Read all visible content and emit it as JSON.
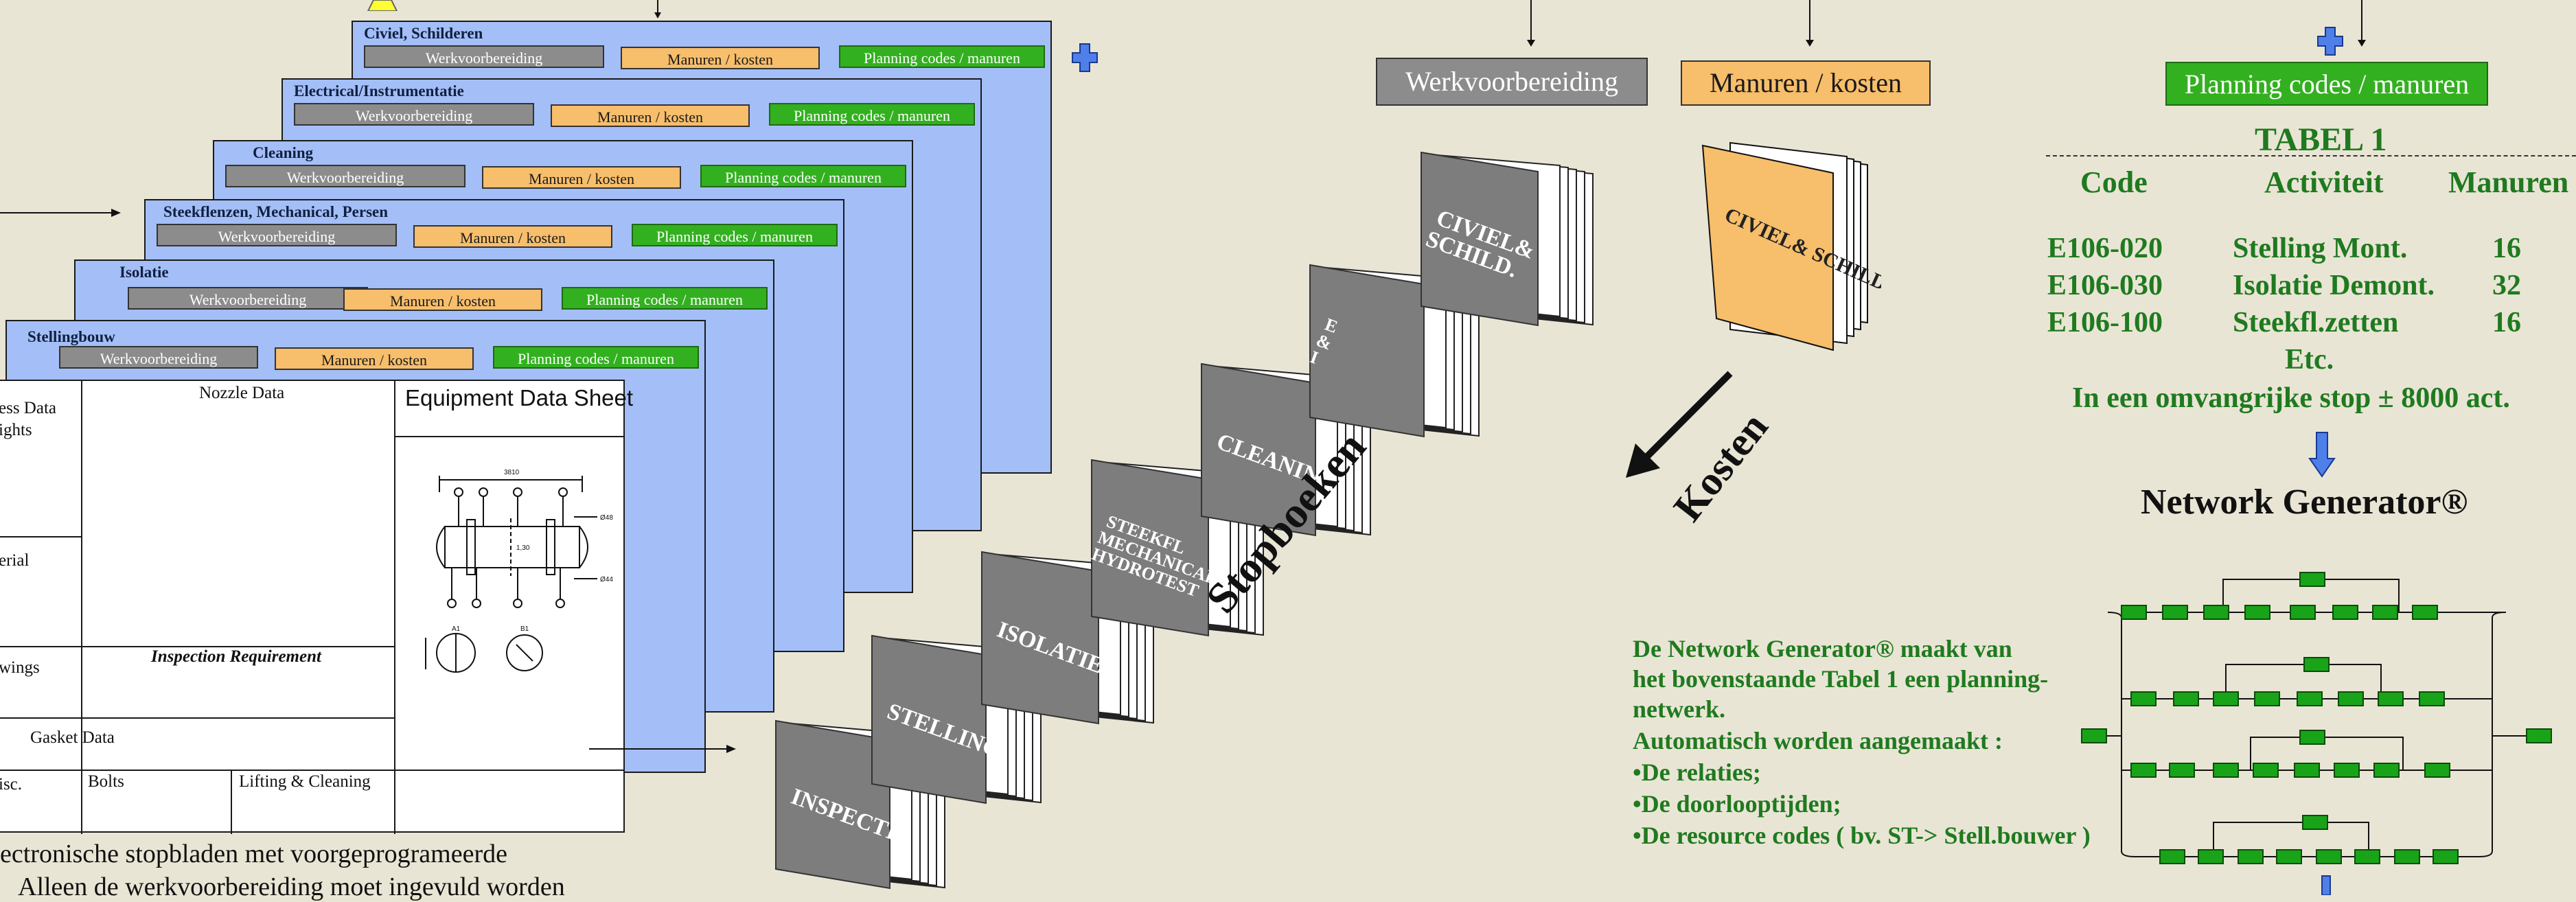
{
  "sheets": [
    {
      "title": "Civiel, Schilderen",
      "werk": "Werkvoorbereiding",
      "manuren": "Manuren / kosten",
      "planning": "Planning codes / manuren"
    },
    {
      "title": "Electrical/Instrumentatie",
      "werk": "Werkvoorbereiding",
      "manuren": "Manuren / kosten",
      "planning": "Planning codes / manuren"
    },
    {
      "title": "Cleaning",
      "werk": "Werkvoorbereiding",
      "manuren": "Manuren / kosten",
      "planning": "Planning codes / manuren"
    },
    {
      "title": "Steekflenzen, Mechanical, Persen",
      "werk": "Werkvoorbereiding",
      "manuren": "Manuren / kosten",
      "planning": "Planning codes / manuren"
    },
    {
      "title": "Isolatie",
      "werk": "Werkvoorbereiding",
      "manuren": "Manuren / kosten",
      "planning": "Planning codes / manuren"
    },
    {
      "title": "Stellingbouw",
      "werk": "Werkvoorbereiding",
      "manuren": "Manuren / kosten",
      "planning": "Planning codes / manuren"
    }
  ],
  "datasheet": {
    "process_data": "ess Data",
    "weights": "ights",
    "nozzle_data": "Nozzle Data",
    "equipment_title": "Equipment Data Sheet",
    "material": "erial",
    "drawings": "wings",
    "inspection": "Inspection Requirement",
    "gasket": "Gasket Data",
    "misc": "isc.",
    "bolts": "Bolts",
    "lifting": "Lifting & Cleaning"
  },
  "bottom_text": {
    "line1": "ectronische stopbladen met voorgeprogrameerde",
    "line2": "Alleen de werkvoorbereiding moet ingevuld worden"
  },
  "books": [
    "INSPECTIE",
    "STELLING",
    "ISOLATIE",
    "STEEKFL MECHANICAL HYDROTEST",
    "CLEANING",
    "E & I",
    "CIVIEL& SCHILD."
  ],
  "stopboeken": "Stopboeken",
  "headers": {
    "werk": "Werkvoorbereiding",
    "manuren": "Manuren / kosten",
    "planning": "Planning codes / manuren"
  },
  "kosten_book": "CIVIEL& SCHILD.",
  "kosten": "Kosten",
  "tabel": {
    "title": "TABEL 1",
    "columns": [
      "Code",
      "Activiteit",
      "Manuren"
    ],
    "rows": [
      {
        "code": "E106-020",
        "act": "Stelling Mont.",
        "uren": "16"
      },
      {
        "code": "E106-030",
        "act": "Isolatie Demont.",
        "uren": "32"
      },
      {
        "code": "E106-100",
        "act": "Steekfl.zetten",
        "uren": "16"
      }
    ],
    "etc": "Etc.",
    "note": "In een omvangrijke stop ± 8000 act."
  },
  "network_title": "Network Generator®",
  "description": {
    "l1": "De Network Generator® maakt van",
    "l2": "het bovenstaande Tabel 1 een planning-",
    "l3": "netwerk.",
    "l4": "Automatisch worden aangemaakt :",
    "l5": "•De relaties;",
    "l6": "•De doorlooptijden;",
    "l7": "•De resource codes ( bv. ST-> Stell.bouwer )"
  },
  "colors": {
    "sheet": "#a4bff7",
    "green": "#33b020",
    "orange": "#f7be6b",
    "grey": "#8c8c8c",
    "arrow_blue": "#4f7fe8",
    "node": "#19a319"
  }
}
